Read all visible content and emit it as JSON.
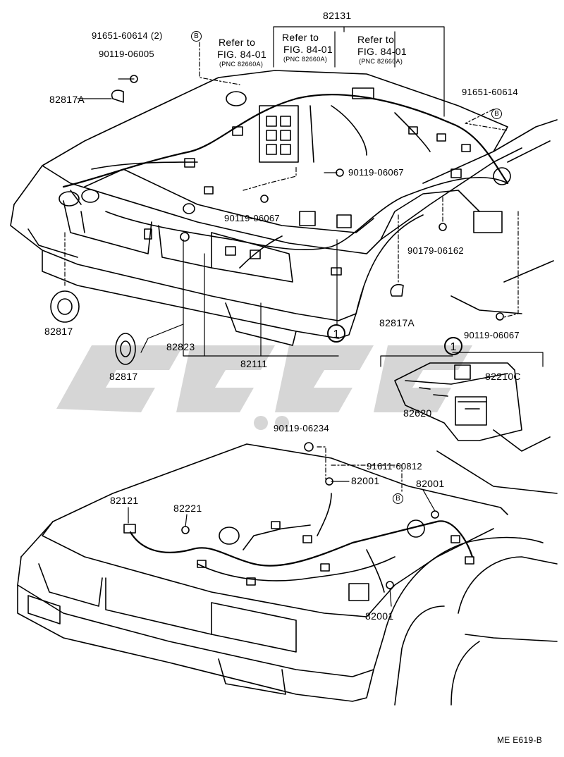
{
  "parts": {
    "p82131": "82131",
    "p91651_60614_2": "91651-60614 (2)",
    "p90119_06005": "90119-06005",
    "p82817A_top": "82817A",
    "p91651_60614": "91651-60614",
    "p90119_06067_a": "90119-06067",
    "p90119_06067_b": "90119-06067",
    "p90179_06162": "90179-06162",
    "p82817_a": "82817",
    "p82817A_b": "82817A",
    "p90119_06067_c": "90119-06067",
    "p82823": "82823",
    "p82111": "82111",
    "p82817_b": "82817",
    "p82210C": "82210C",
    "p82620": "82620",
    "p90119_06234": "90119-06234",
    "p91611_60812": "91611-60812",
    "p82001_a": "82001",
    "p82001_b": "82001",
    "p82121": "82121",
    "p82221": "82221",
    "p82001_c": "82001"
  },
  "refs": [
    {
      "line1": "Refer to",
      "line2": "FIG. 84-01",
      "line3": "(PNC 82660A)"
    },
    {
      "line1": "Refer to",
      "line2": "FIG. 84-01",
      "line3": "(PNC 82660A)"
    },
    {
      "line1": "Refer to",
      "line2": "FIG. 84-01",
      "line3": "(PNC 82660A)"
    }
  ],
  "markers": {
    "b1": "B",
    "b2": "B",
    "b3": "B",
    "one1": "1",
    "one2": "1"
  },
  "diagram_code": "ME E619-B",
  "colors": {
    "ink": "#000000",
    "watermark": "#c9c9c9"
  }
}
